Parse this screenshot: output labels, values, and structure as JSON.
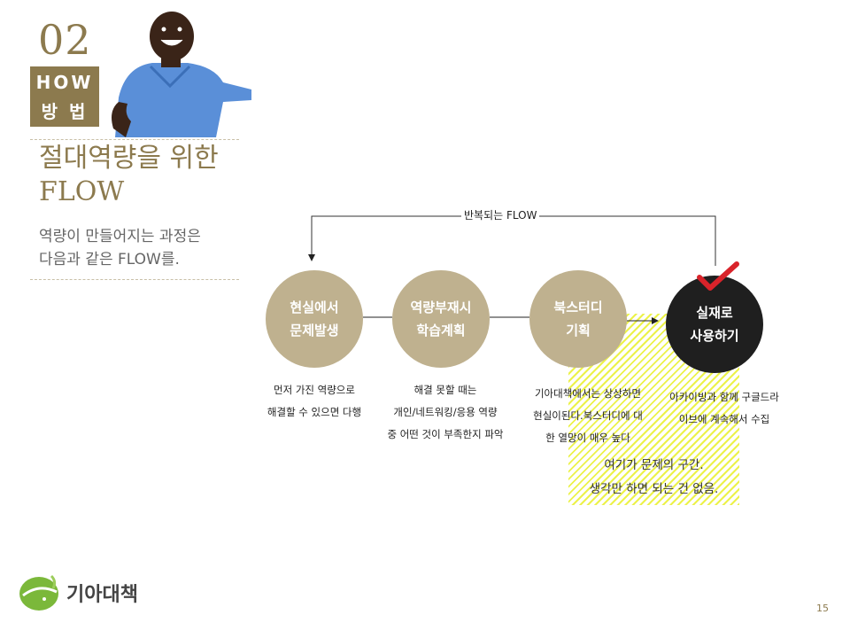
{
  "section": {
    "number": "02",
    "how_en": "HOW",
    "how_ko": "방 법"
  },
  "title": {
    "line1": "절대역량을 위한",
    "line2": "FLOW"
  },
  "subtitle": {
    "line1": "역량이 만들어지는 과정은",
    "line2": "다음과 같은 FLOW를."
  },
  "loop_label": "반복되는 FLOW",
  "steps": [
    {
      "line1": "현실에서",
      "line2": "문제발생",
      "desc": [
        "먼저 가진 역량으로",
        "해결할 수 있으면 다행"
      ]
    },
    {
      "line1": "역량부재시",
      "line2": "학습계획",
      "desc": [
        "해결 못할 때는",
        "개인/네트워킹/응용 역량",
        "중 어떤 것이 부족한지 파악"
      ]
    },
    {
      "line1": "북스터디",
      "line2": "기획",
      "desc": [
        "기아대책에서는 상상하면",
        "현실이된다.북스터디에 대",
        "한 열망이 매우 높다"
      ]
    },
    {
      "line1": "실재로",
      "line2": "사용하기",
      "desc": [
        "아카이빙과 함께 구글드라",
        "이브에 계속해서 수집"
      ]
    }
  ],
  "highlight_note": {
    "line1": "여기가 문제의 구간.",
    "line2": "생각만 하면 되는 건 없음."
  },
  "logo": {
    "text": "기아대책"
  },
  "page_number": "15",
  "colors": {
    "brand": "#8c7a4e",
    "circle": "#bfb18f",
    "dark_circle": "#1f1f1f",
    "hatch": "#ecf24a",
    "check": "#d9232a"
  }
}
